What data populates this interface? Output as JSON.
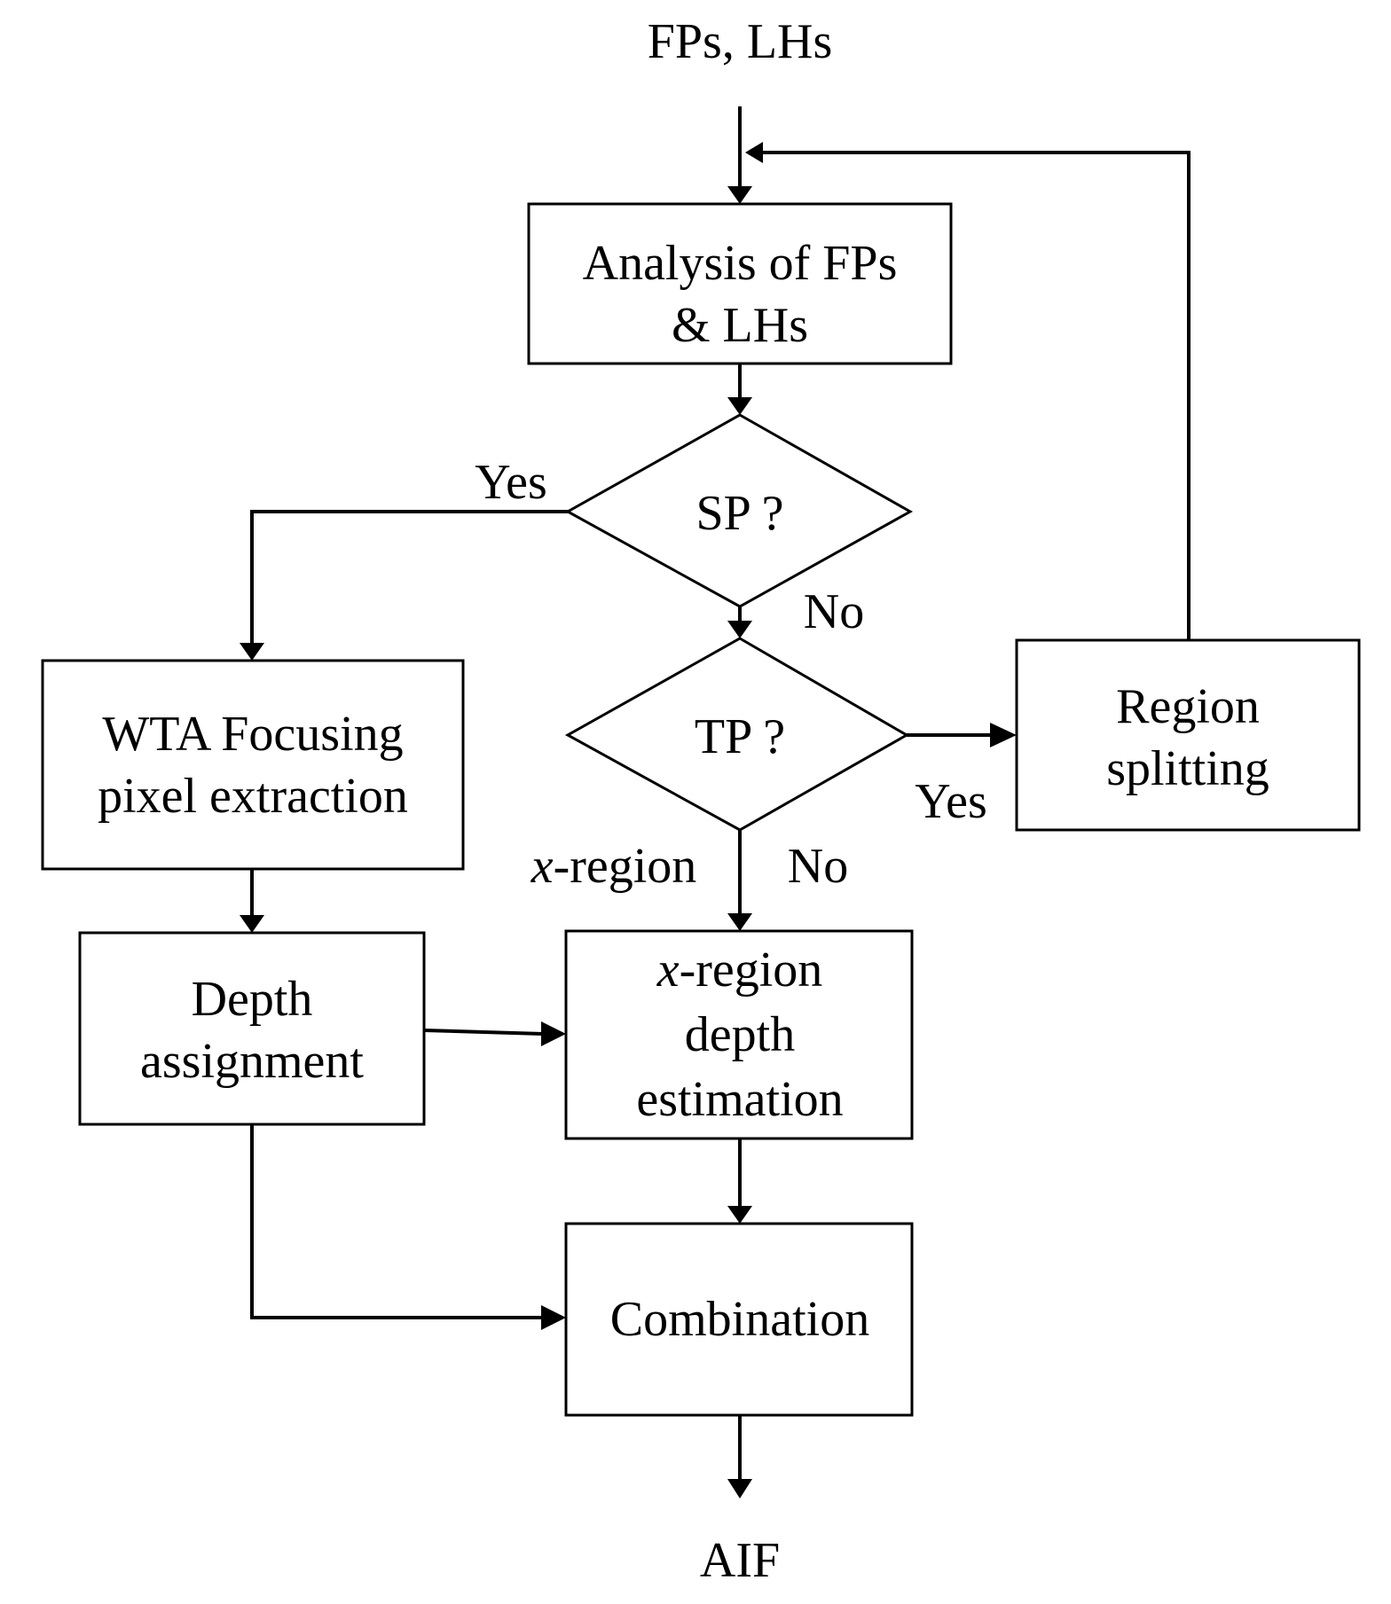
{
  "input_label": "FPs, LHs",
  "output_label": "AIF",
  "nodes": {
    "analysis": {
      "line1": "Analysis of FPs",
      "line2": "& LHs"
    },
    "sp_decision": {
      "label": "SP ?"
    },
    "tp_decision": {
      "label": "TP ?"
    },
    "wta": {
      "line1": "WTA Focusing",
      "line2": "pixel extraction"
    },
    "depth_assignment": {
      "line1": "Depth",
      "line2": "assignment"
    },
    "xregion_depth": {
      "line1_var": "x",
      "line1_rest": "-region",
      "line2": "depth",
      "line3": "estimation"
    },
    "region_splitting": {
      "line1": "Region",
      "line2": "splitting"
    },
    "combination": {
      "label": "Combination"
    }
  },
  "edge_labels": {
    "sp_yes": "Yes",
    "sp_no": "No",
    "tp_yes": "Yes",
    "tp_no": "No",
    "tp_xregion_var": "x",
    "tp_xregion_rest": "-region"
  }
}
